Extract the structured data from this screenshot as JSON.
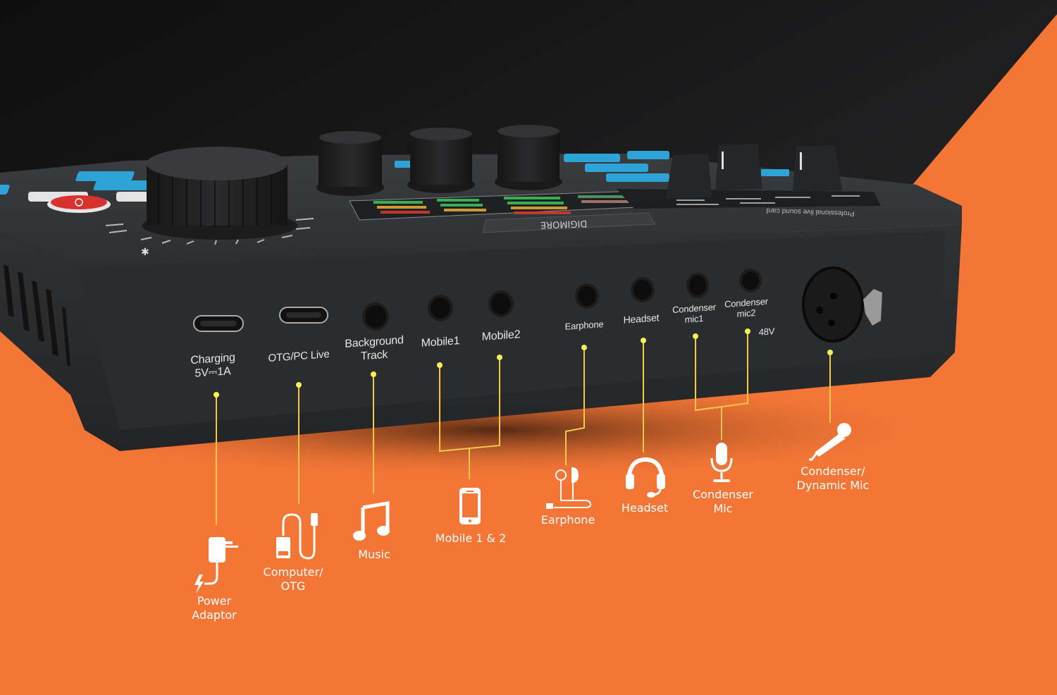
{
  "colors": {
    "background_orange": "#f37636",
    "background_dark": "#141414",
    "device_body": "#2b2c2e",
    "leader_line": "#f5c84a",
    "leader_dot": "#f6ef5a",
    "button_blue": "#2ea3d6",
    "power_button_red": "#d8322e",
    "label_text": "#e6e6e6",
    "accessory_text": "#ffffff"
  },
  "device": {
    "brand": "DIGIMORE",
    "top_strip_text": "Professional live sound card"
  },
  "ports": [
    {
      "id": "charging",
      "label": "Charging\n5V⎓1A",
      "type": "usb-c"
    },
    {
      "id": "otg",
      "label": "OTG/PC Live",
      "type": "usb-c"
    },
    {
      "id": "bg-track",
      "label": "Background\nTrack",
      "type": "jack-3.5"
    },
    {
      "id": "mobile1",
      "label": "Mobile1",
      "type": "jack-3.5"
    },
    {
      "id": "mobile2",
      "label": "Mobile2",
      "type": "jack-3.5"
    },
    {
      "id": "earphone",
      "label": "Earphone",
      "type": "jack-3.5"
    },
    {
      "id": "headset",
      "label": "Headset",
      "type": "jack-3.5"
    },
    {
      "id": "cmic1",
      "label": "Condenser\nmic1",
      "type": "jack-3.5"
    },
    {
      "id": "cmic2",
      "label": "Condenser\nmic2",
      "type": "jack-3.5"
    },
    {
      "id": "phantom",
      "label": "48V",
      "type": "indicator"
    },
    {
      "id": "xlr",
      "label": "",
      "type": "xlr"
    }
  ],
  "accessories": [
    {
      "id": "power",
      "label": "Power\nAdaptor",
      "icon": "power-adapter-icon"
    },
    {
      "id": "computer",
      "label": "Computer/\nOTG",
      "icon": "usb-cable-icon"
    },
    {
      "id": "music",
      "label": "Music",
      "icon": "music-note-icon"
    },
    {
      "id": "mobile",
      "label": "Mobile 1 & 2",
      "icon": "smartphone-icon"
    },
    {
      "id": "earphone",
      "label": "Earphone",
      "icon": "earphones-icon"
    },
    {
      "id": "headset",
      "label": "Headset",
      "icon": "headset-icon"
    },
    {
      "id": "condenser",
      "label": "Condenser\nMic",
      "icon": "condenser-mic-icon"
    },
    {
      "id": "dynamic",
      "label": "Condenser/\nDynamic Mic",
      "icon": "handheld-mic-icon"
    }
  ]
}
